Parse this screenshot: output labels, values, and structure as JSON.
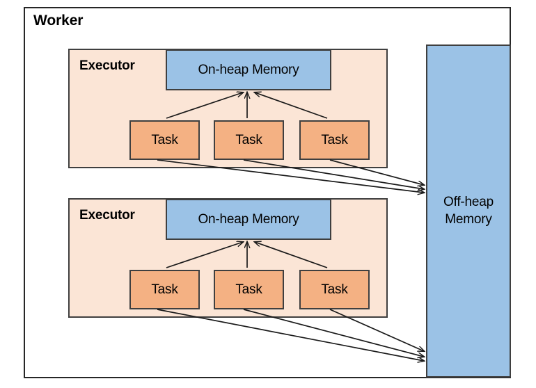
{
  "diagram": {
    "title": "Worker",
    "worker": {
      "label": "Worker",
      "executors": [
        {
          "label": "Executor",
          "on_heap": {
            "label": "On-heap Memory",
            "color": "#9BC2E6"
          },
          "tasks": [
            {
              "label": "Task",
              "color": "#F4B183"
            },
            {
              "label": "Task",
              "color": "#F4B183"
            },
            {
              "label": "Task",
              "color": "#F4B183"
            }
          ],
          "background": "#FBE5D6"
        },
        {
          "label": "Executor",
          "on_heap": {
            "label": "On-heap Memory",
            "color": "#9BC2E6"
          },
          "tasks": [
            {
              "label": "Task",
              "color": "#F4B183"
            },
            {
              "label": "Task",
              "color": "#F4B183"
            },
            {
              "label": "Task",
              "color": "#F4B183"
            }
          ],
          "background": "#FBE5D6"
        }
      ],
      "off_heap": {
        "label_line1": "Off-heap",
        "label_line2": "Memory",
        "color": "#9BC2E6"
      }
    },
    "colors": {
      "blue_fill": "#9BC2E6",
      "orange_fill": "#F4B183",
      "peach_fill": "#FBE5D6",
      "border": "#3f3f3f",
      "outer_border": "#262626",
      "arrow": "#1a1a1a",
      "background": "#ffffff"
    },
    "edges": {
      "task_to_onheap": "Task references On-heap Memory",
      "task_to_offheap": "Task references Off-heap Memory"
    }
  }
}
